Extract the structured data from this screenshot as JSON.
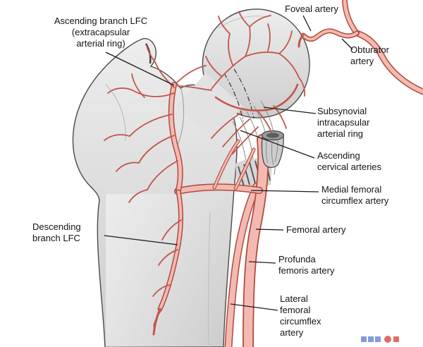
{
  "figure": {
    "description": "Anatomical diagram of the arterial blood supply of the femoral head and proximal femur"
  },
  "colors": {
    "background": "#ffffff",
    "bone_fill_light": "#ececec",
    "bone_fill_dark": "#cdcdcd",
    "bone_outline": "#4a4a4a",
    "artery_fill": "#f4bab1",
    "artery_outline": "#b0493e",
    "small_vessel": "#c2564a",
    "leader_line": "#1c1c1c",
    "label_text": "#141414"
  },
  "labels": {
    "ascending_branch_lfc": "Ascending branch LFC\n(extracapsular\narterial ring)",
    "foveal_artery": "Foveal artery",
    "obturator_artery": "Obturator\nartery",
    "subsynovial_ring": "Subsynovial\nintracapsular\narterial ring",
    "ascending_cervical": "Ascending\ncervical arteries",
    "medial_femoral_circumflex": "Medial femoral\ncircumflex artery",
    "femoral_artery": "Femoral artery",
    "profunda_femoris": "Profunda\nfemoris artery",
    "lateral_femoral_circumflex": "Lateral\nfemoral\ncircumflex\nartery",
    "descending_branch_lfc": "Descending\nbranch LFC"
  }
}
